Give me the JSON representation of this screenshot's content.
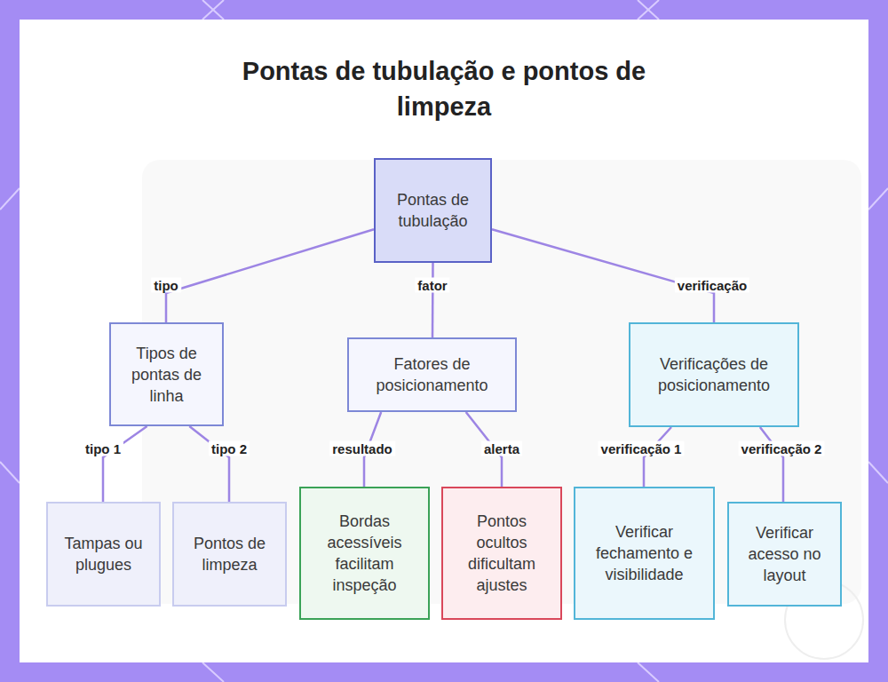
{
  "diagram": {
    "title": "Pontas de tubulação e pontos de limpeza",
    "nodes": [
      {
        "text": [
          "Pontas de tubulação"
        ]
      },
      {
        "text": [
          "Tipos de pontas de linha"
        ]
      },
      {
        "text": [
          "Fatores de posicionamento"
        ]
      },
      {
        "text": [
          "Verificações de posicionamento"
        ]
      },
      {
        "text": [
          "Tampas ou plugues"
        ]
      },
      {
        "text": [
          "Pontos de limpeza"
        ]
      },
      {
        "text": [
          "Bordas acessíveis facilitam inspeção"
        ]
      },
      {
        "text": [
          "Pontos ocultos dificultam ajustes"
        ]
      },
      {
        "text": [
          "Verificar fechamento e visibilidade"
        ]
      },
      {
        "text": [
          "Verificar acesso no layout"
        ]
      }
    ],
    "edges": [
      {
        "from": 0,
        "to": 1,
        "label": "tipo",
        "arrow": "none"
      },
      {
        "from": 0,
        "to": 2,
        "label": "fator",
        "arrow": "none"
      },
      {
        "from": 0,
        "to": 3,
        "label": "verificação",
        "arrow": "none"
      },
      {
        "from": 1,
        "to": 4,
        "label": "tipo 1",
        "arrow": "none"
      },
      {
        "from": 1,
        "to": 5,
        "label": "tipo 2",
        "arrow": "none"
      },
      {
        "from": 2,
        "to": 6,
        "label": "resultado",
        "arrow": "none"
      },
      {
        "from": 2,
        "to": 7,
        "label": "alerta",
        "arrow": "none"
      },
      {
        "from": 3,
        "to": 8,
        "label": "verificação 1",
        "arrow": "none"
      },
      {
        "from": 3,
        "to": 9,
        "label": "verificação 2",
        "arrow": "none"
      }
    ]
  }
}
